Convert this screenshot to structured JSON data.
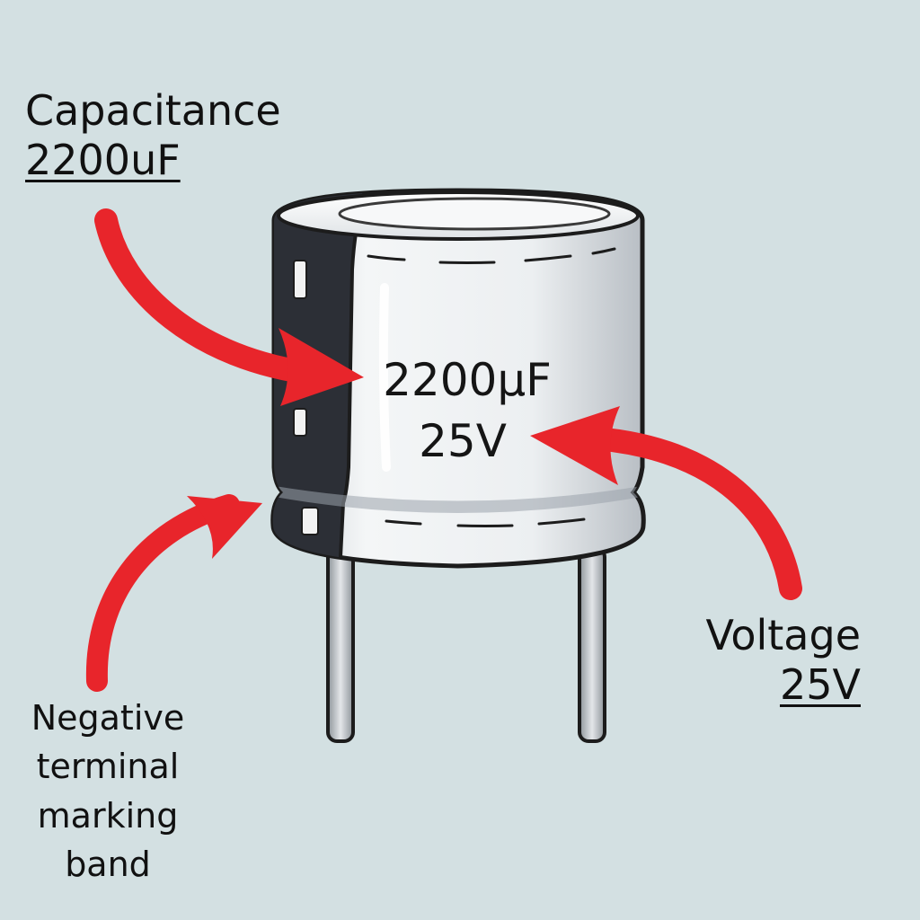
{
  "capacitance": {
    "title": "Capacitance",
    "value": "2200uF"
  },
  "voltage": {
    "title": "Voltage",
    "value": "25V"
  },
  "negative_band": {
    "lines": [
      "Negative",
      "terminal",
      "marking",
      "band"
    ]
  },
  "capacitor_marking": {
    "capacitance": "2200µF",
    "voltage": "25V"
  },
  "colors": {
    "background": "#d3e0e2",
    "arrow": "#e8252b",
    "body": "#eef1f2",
    "band": "#2c2f36",
    "outline": "#1c1c1c",
    "text": "#111111"
  },
  "icons": [
    "capacitor-icon",
    "arrow-icon"
  ]
}
